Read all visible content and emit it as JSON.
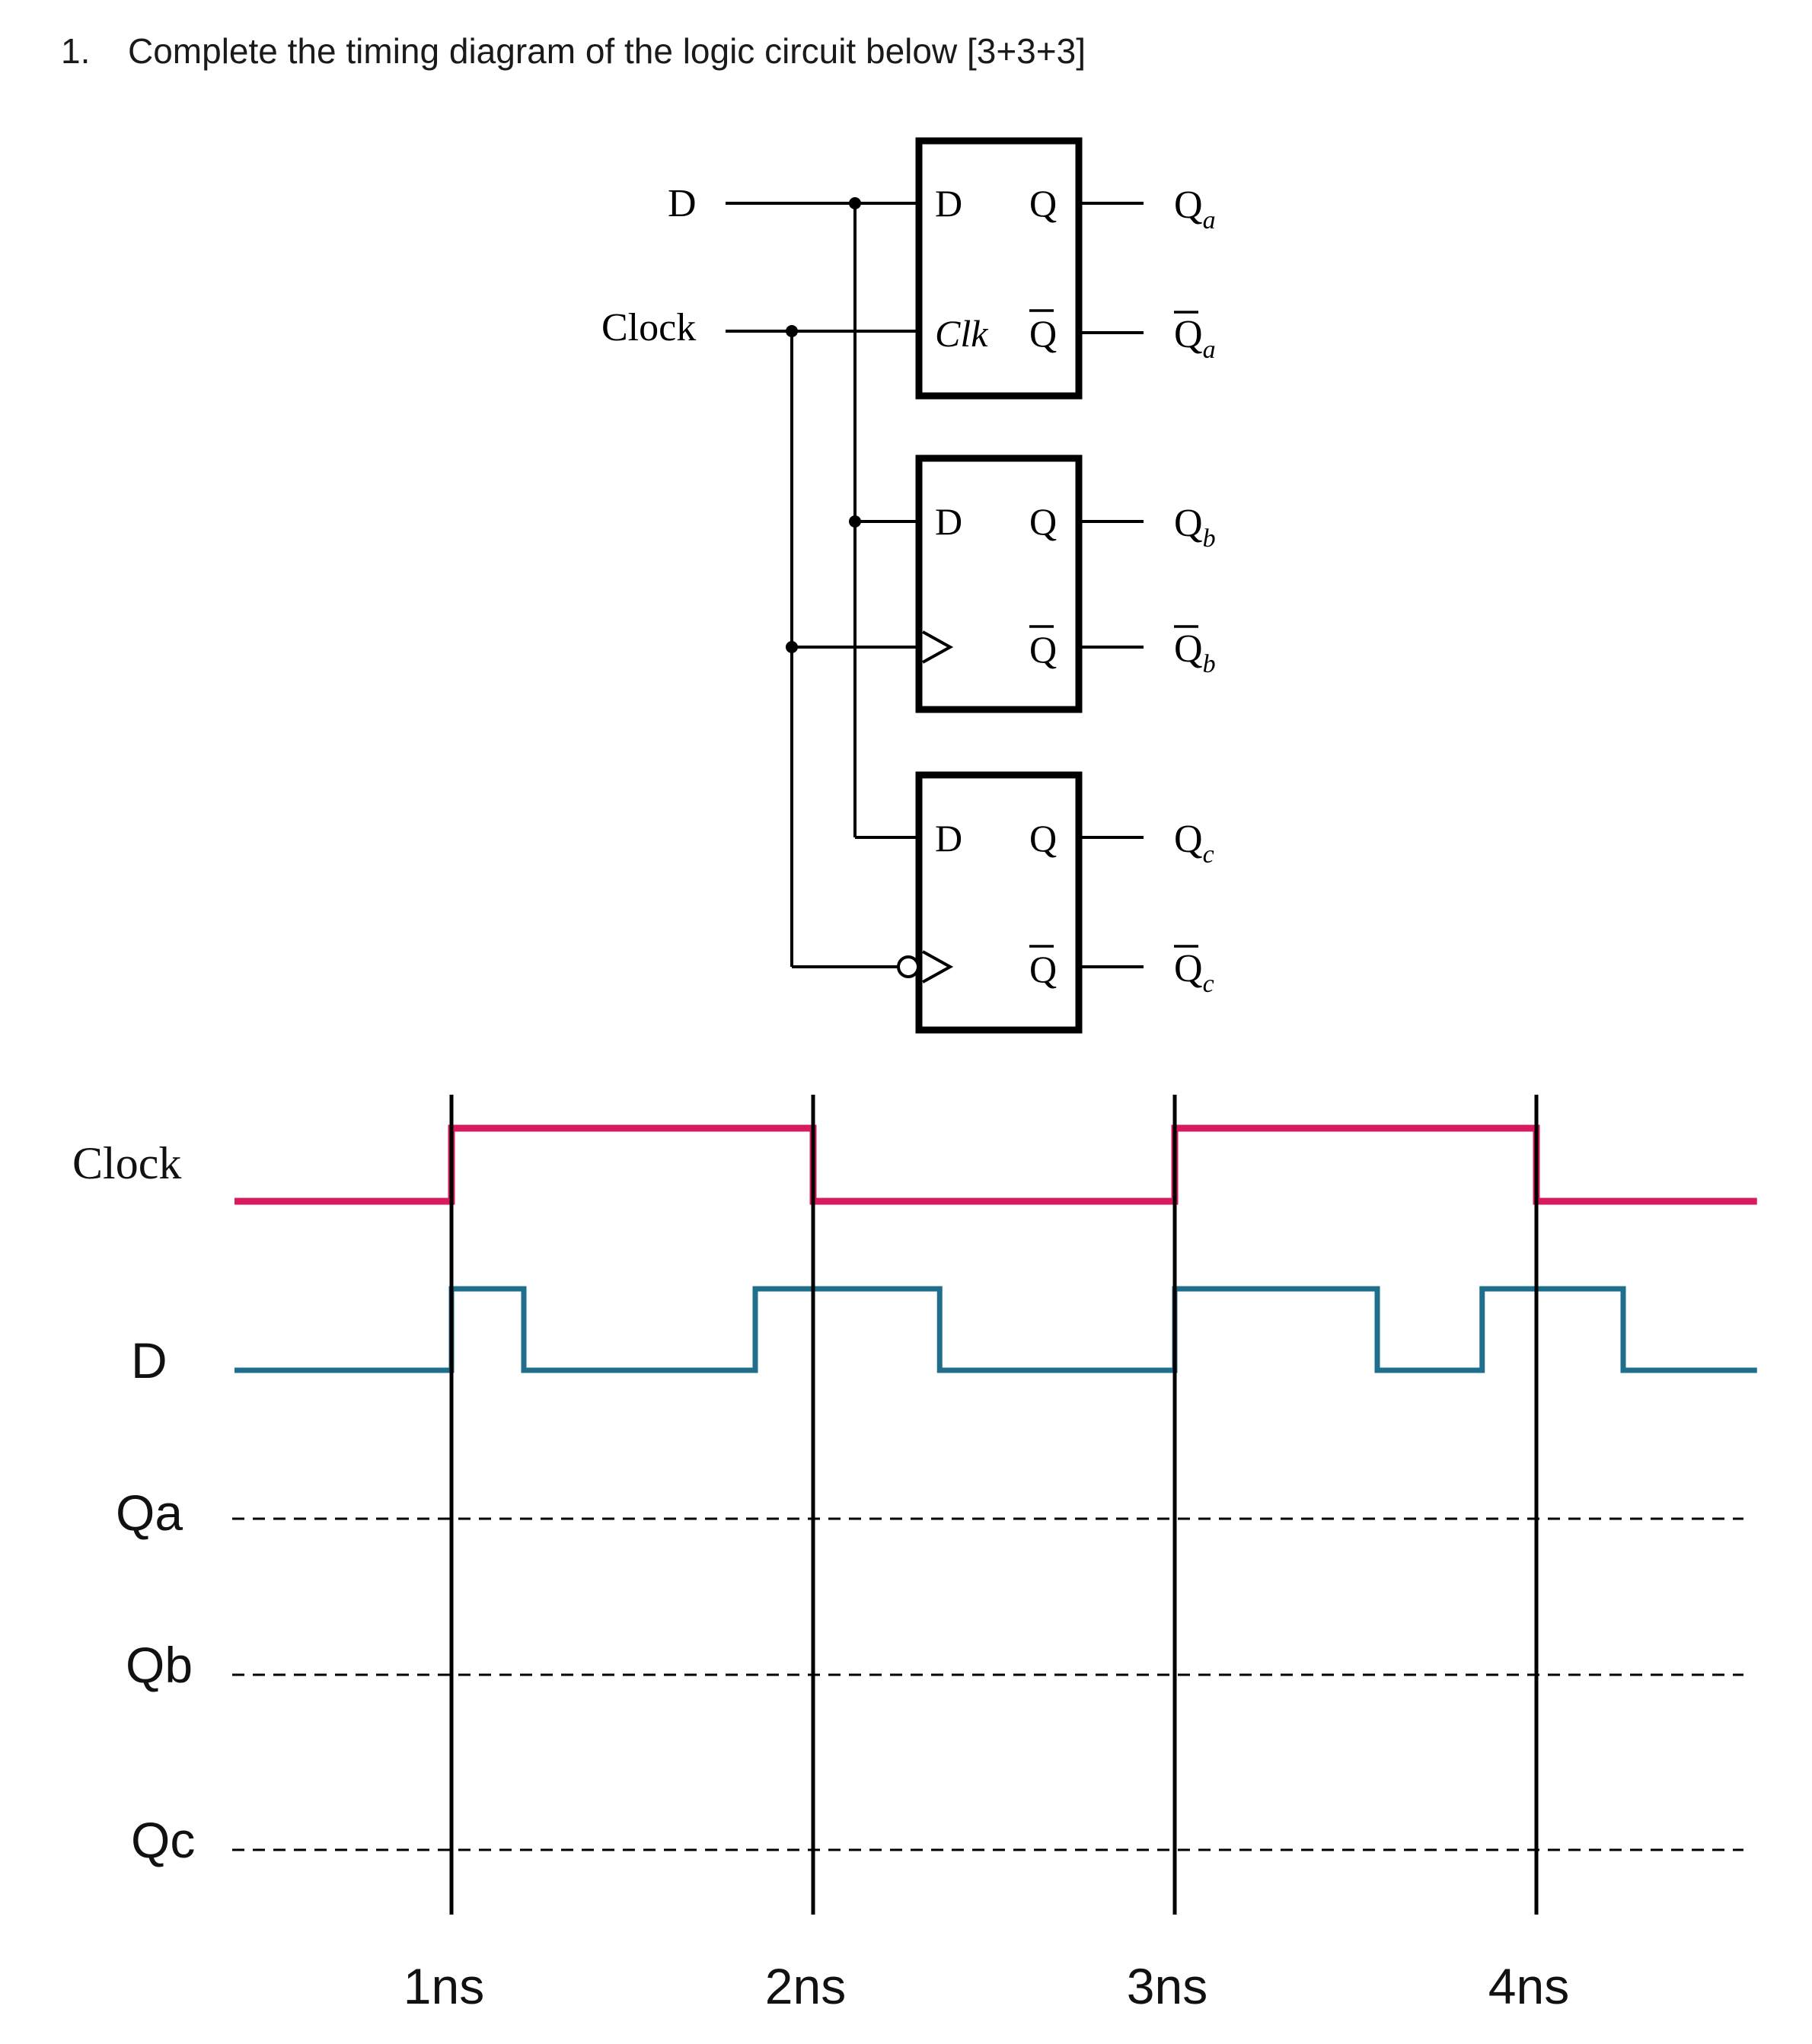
{
  "question": {
    "number": "1.",
    "text": "Complete the timing diagram of the logic circuit below [3+3+3]"
  },
  "circuit": {
    "inputs": {
      "d": "D",
      "clock": "Clock"
    },
    "flipflops": [
      {
        "d_pin": "D",
        "q_pin": "Q",
        "qbar_pin": "Q",
        "clk_pin": "Clk",
        "out_main": "Q",
        "out_sub": "a",
        "outbar_main": "Q",
        "outbar_sub": "a"
      },
      {
        "d_pin": "D",
        "q_pin": "Q",
        "qbar_pin": "Q",
        "clk_pin": "",
        "out_main": "Q",
        "out_sub": "b",
        "outbar_main": "Q",
        "outbar_sub": "b"
      },
      {
        "d_pin": "D",
        "q_pin": "Q",
        "qbar_pin": "Q",
        "clk_pin": "",
        "out_main": "Q",
        "out_sub": "c",
        "outbar_main": "Q",
        "outbar_sub": "c"
      }
    ]
  },
  "timing": {
    "signal_labels": {
      "clock": "Clock",
      "d": "D",
      "qa": "Qa",
      "qb": "Qb",
      "qc": "Qc"
    },
    "time_markers": [
      {
        "label": "1ns",
        "t": 1
      },
      {
        "label": "2ns",
        "t": 2
      },
      {
        "label": "3ns",
        "t": 3
      },
      {
        "label": "4ns",
        "t": 4
      }
    ],
    "clock_wave": [
      [
        0.4,
        0
      ],
      [
        1,
        1
      ],
      [
        2,
        0
      ],
      [
        3,
        1
      ],
      [
        4,
        0
      ],
      [
        4.61,
        0
      ]
    ],
    "d_wave": [
      [
        0.4,
        0
      ],
      [
        1,
        1
      ],
      [
        1.2,
        0
      ],
      [
        1.84,
        1
      ],
      [
        2.35,
        0
      ],
      [
        3,
        1
      ],
      [
        3.56,
        0
      ],
      [
        3.85,
        1
      ],
      [
        4.24,
        0
      ],
      [
        4.61,
        0
      ]
    ],
    "colors": {
      "clock": "#d81b60",
      "d": "#1f6e8c",
      "markers": "#000000",
      "dashed": "#000000"
    }
  }
}
